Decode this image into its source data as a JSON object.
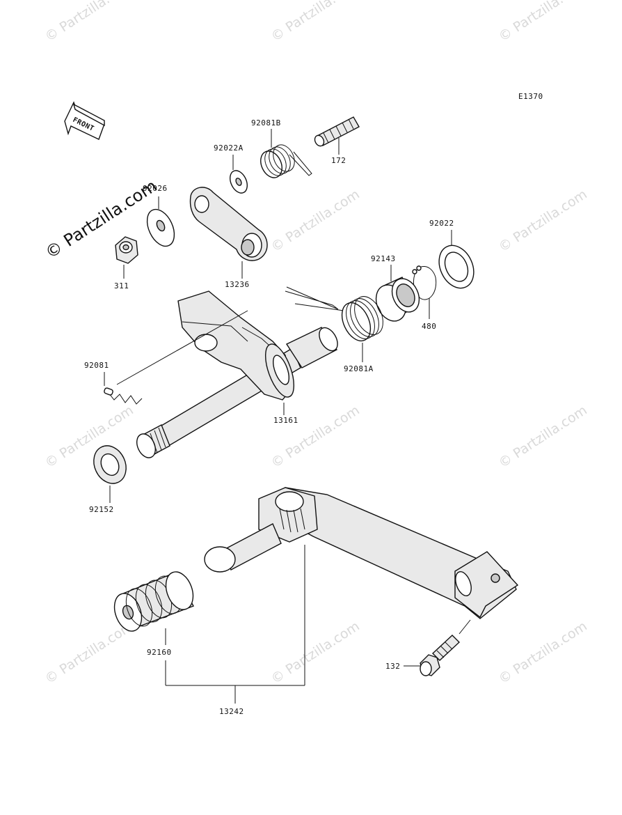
{
  "diagram": {
    "code": "E1370",
    "direction_label": "FRONT",
    "watermark_text": "© Partzilla.com",
    "labels": {
      "p311": "311",
      "p92026": "92026",
      "p92022A": "92022A",
      "p92081B": "92081B",
      "p172": "172",
      "p13236": "13236",
      "p92022": "92022",
      "p92143": "92143",
      "p480": "480",
      "p92081A": "92081A",
      "p92081": "92081",
      "p13161": "13161",
      "p92152": "92152",
      "p92160": "92160",
      "p132": "132",
      "p13242": "13242"
    }
  }
}
